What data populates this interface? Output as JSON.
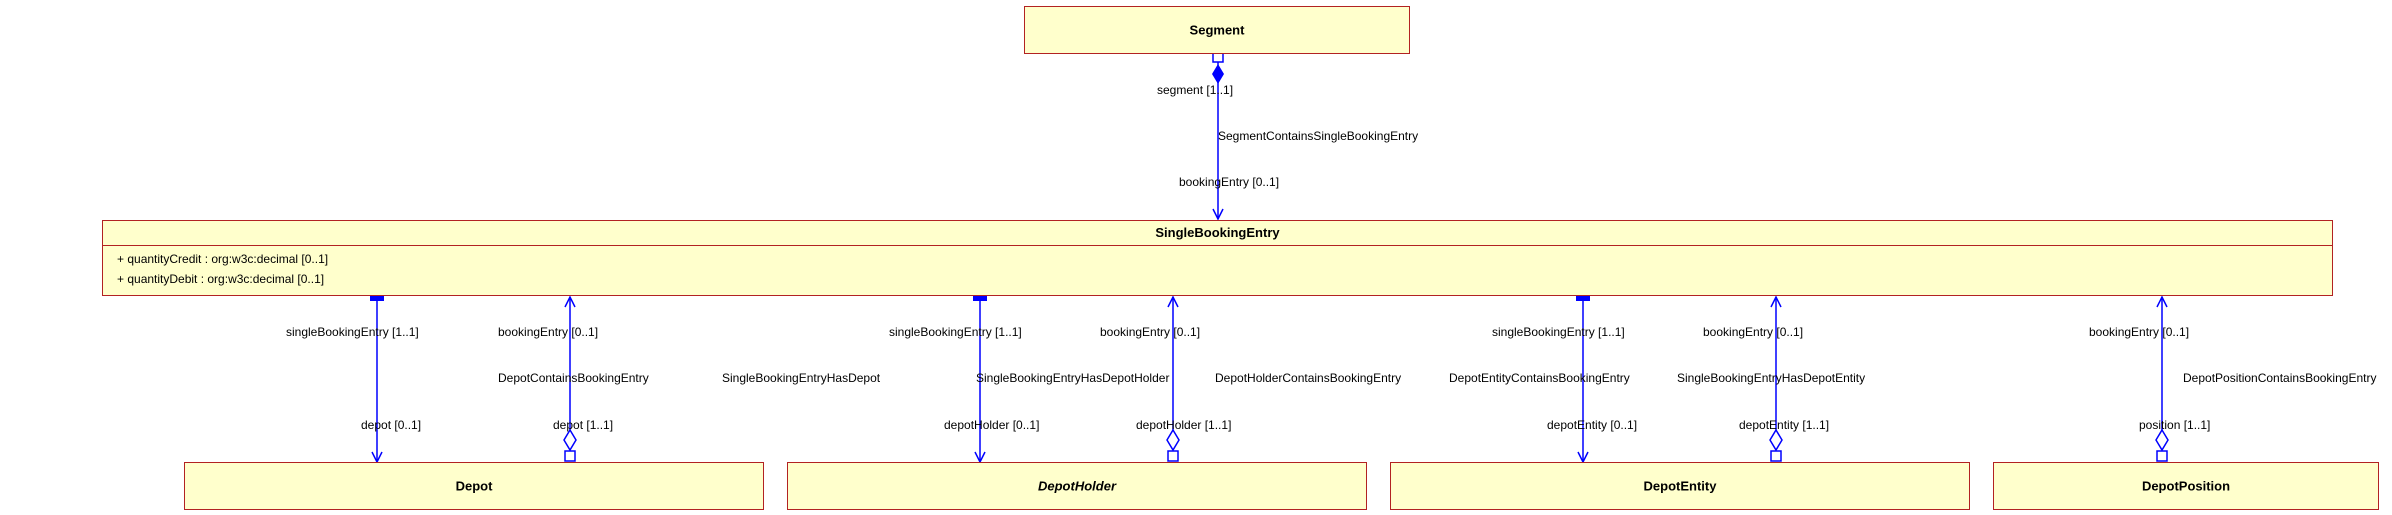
{
  "classes": {
    "segment": {
      "name": "Segment"
    },
    "single_booking_entry": {
      "name": "SingleBookingEntry",
      "attributes": [
        "+ quantityCredit : org:w3c:decimal [0..1]",
        "+ quantityDebit : org:w3c:decimal [0..1]"
      ]
    },
    "depot": {
      "name": "Depot"
    },
    "depot_holder": {
      "name": "DepotHolder"
    },
    "depot_entity": {
      "name": "DepotEntity"
    },
    "depot_position": {
      "name": "DepotPosition"
    }
  },
  "associations": {
    "segment_contains": {
      "name": "SegmentContainsSingleBookingEntry",
      "source_role": "segment [1..1]",
      "target_role": "bookingEntry [0..1]"
    },
    "has_depot": {
      "name": "SingleBookingEntryHasDepot",
      "source_role": "singleBookingEntry [1..1]",
      "target_role": "depot [0..1]"
    },
    "depot_contains": {
      "name": "DepotContainsBookingEntry",
      "source_role": "depot [1..1]",
      "target_role": "bookingEntry [0..1]"
    },
    "has_depot_holder": {
      "name": "SingleBookingEntryHasDepotHolder",
      "source_role": "singleBookingEntry [1..1]",
      "target_role": "depotHolder [0..1]"
    },
    "depot_holder_contains": {
      "name": "DepotHolderContainsBookingEntry",
      "source_role": "depotHolder [1..1]",
      "target_role": "bookingEntry [0..1]"
    },
    "has_depot_entity": {
      "name": "SingleBookingEntryHasDepotEntity",
      "source_role": "singleBookingEntry [1..1]",
      "target_role": "depotEntity [0..1]"
    },
    "depot_entity_contains": {
      "name": "DepotEntityContainsBookingEntry",
      "source_role": "depotEntity [1..1]",
      "target_role": "bookingEntry [0..1]"
    },
    "depot_position_contains": {
      "name": "DepotPositionContainsBookingEntry",
      "source_role": "position [1..1]",
      "target_role": "bookingEntry [0..1]"
    }
  },
  "colors": {
    "class_fill": "#ffffcc",
    "class_border": "#b22222",
    "connector": "#0000ff"
  }
}
